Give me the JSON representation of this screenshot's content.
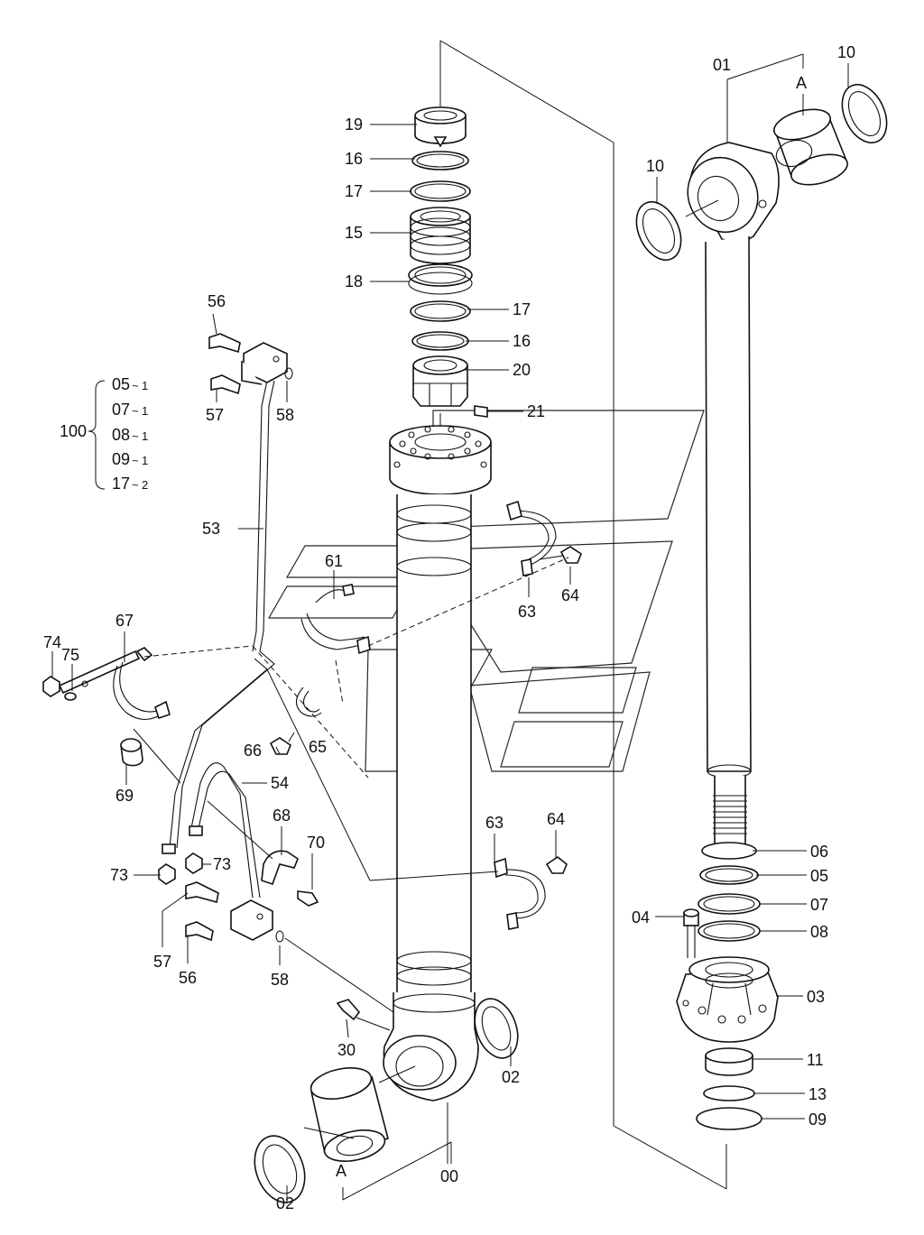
{
  "labels": {
    "top": [
      "19",
      "16",
      "17",
      "15",
      "18",
      "17",
      "16",
      "20",
      "21"
    ],
    "rod": [
      "01",
      "A",
      "10",
      "10"
    ],
    "rod_end": [
      "06",
      "05",
      "07",
      "04",
      "08",
      "03",
      "11",
      "13",
      "09"
    ],
    "bottom": [
      "00",
      "A",
      "02",
      "02",
      "30"
    ],
    "pipe": [
      "56",
      "57",
      "58",
      "53",
      "54",
      "56",
      "57",
      "58",
      "66",
      "65",
      "61",
      "63",
      "64",
      "63",
      "64",
      "67",
      "74",
      "75",
      "69",
      "73",
      "73",
      "68",
      "70"
    ],
    "kit_number": "100",
    "kit_items": [
      {
        "part": "05",
        "qty": "1"
      },
      {
        "part": "07",
        "qty": "1"
      },
      {
        "part": "08",
        "qty": "1"
      },
      {
        "part": "09",
        "qty": "1"
      },
      {
        "part": "17",
        "qty": "2"
      }
    ]
  }
}
